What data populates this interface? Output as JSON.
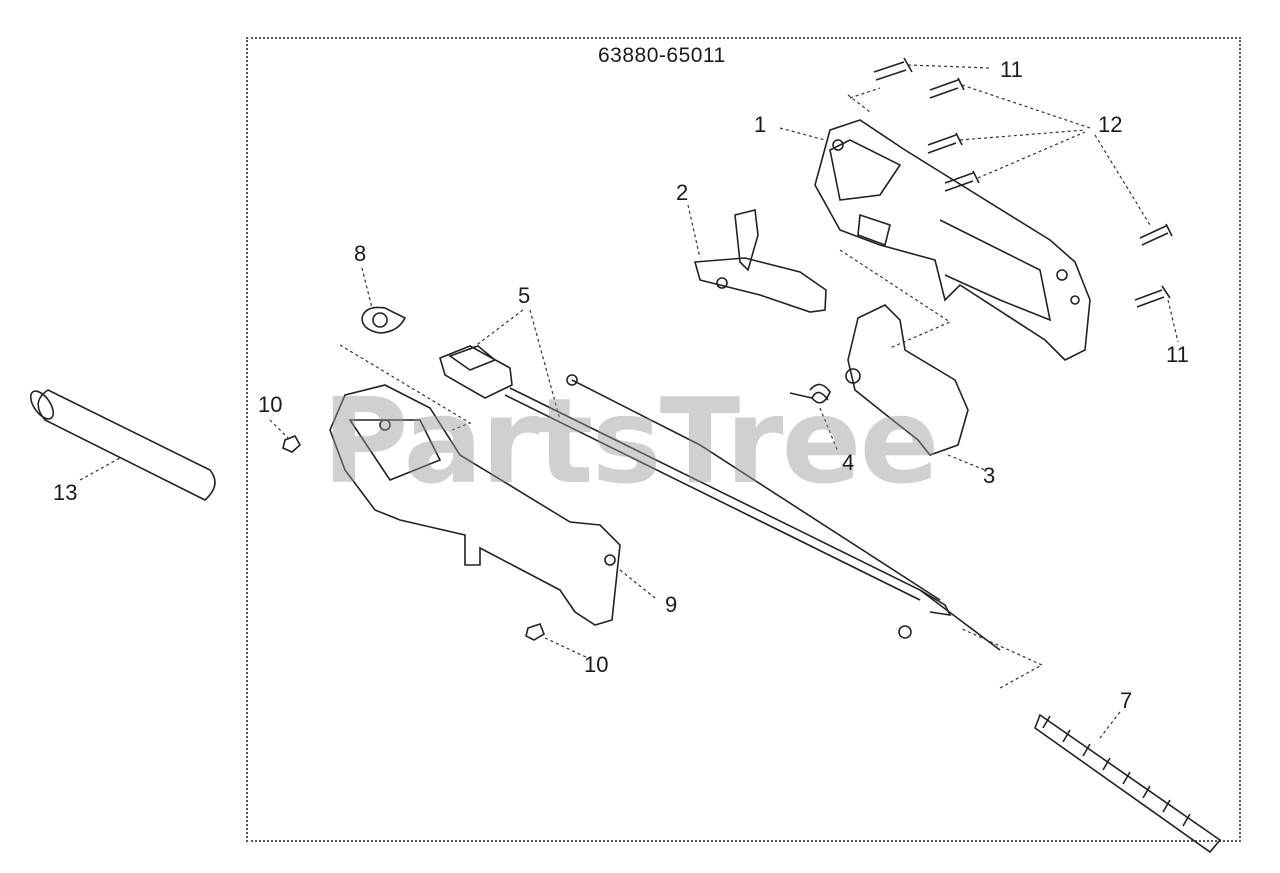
{
  "diagram": {
    "model_number": "63880-65011",
    "watermark": "PartsTree",
    "callouts": [
      {
        "id": "c1",
        "label": "1"
      },
      {
        "id": "c2",
        "label": "2"
      },
      {
        "id": "c3",
        "label": "3"
      },
      {
        "id": "c4",
        "label": "4"
      },
      {
        "id": "c5",
        "label": "5"
      },
      {
        "id": "c7",
        "label": "7"
      },
      {
        "id": "c8",
        "label": "8"
      },
      {
        "id": "c9",
        "label": "9"
      },
      {
        "id": "c10a",
        "label": "10"
      },
      {
        "id": "c10b",
        "label": "10"
      },
      {
        "id": "c11a",
        "label": "11"
      },
      {
        "id": "c11b",
        "label": "11"
      },
      {
        "id": "c12",
        "label": "12"
      },
      {
        "id": "c13",
        "label": "13"
      }
    ]
  }
}
